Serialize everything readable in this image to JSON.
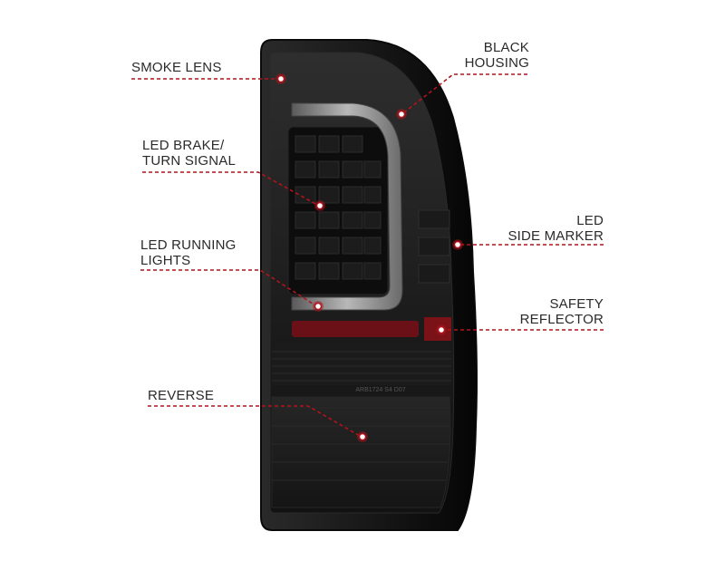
{
  "colors": {
    "callout": "#b0141c",
    "housing": "#111111",
    "lens": "#1e1e1e",
    "led_red": "#7a1218",
    "light_bar": "#9a9a9a"
  },
  "lens_text": "ARB1724 S4 D07",
  "callouts": {
    "smoke_lens": {
      "lines": [
        "SMOKE LENS"
      ],
      "icon": "callout-dot"
    },
    "led_brake": {
      "lines": [
        "LED BRAKE/",
        "TURN SIGNAL"
      ],
      "icon": "callout-dot"
    },
    "led_running": {
      "lines": [
        "LED RUNNING",
        "LIGHTS"
      ],
      "icon": "callout-dot"
    },
    "reverse": {
      "lines": [
        "REVERSE"
      ],
      "icon": "callout-dot"
    },
    "black_housing": {
      "lines": [
        "BLACK",
        "HOUSING"
      ],
      "icon": "callout-dot"
    },
    "led_side_marker": {
      "lines": [
        "LED",
        "SIDE MARKER"
      ],
      "icon": "callout-dot"
    },
    "safety_reflector": {
      "lines": [
        "SAFETY",
        "REFLECTOR"
      ],
      "icon": "callout-dot"
    }
  }
}
